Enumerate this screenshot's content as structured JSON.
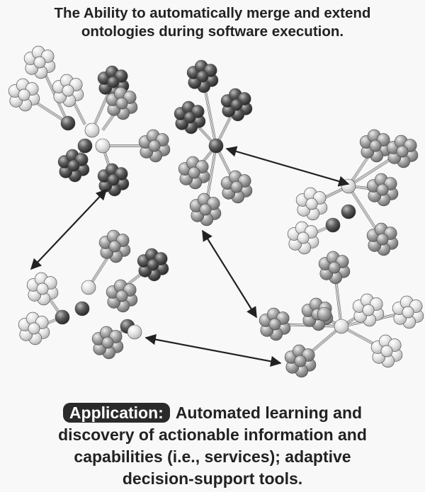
{
  "title": {
    "line1": "The Ability to automatically merge and extend",
    "line2": "ontologies during software execution."
  },
  "caption": {
    "tag": "Application:",
    "line1": "Automated learning and",
    "line2": "discovery of actionable information and",
    "line3": "capabilities (i.e., services); adaptive",
    "line4": "decision-support tools."
  },
  "colors": {
    "light_node": "#e4e4e4",
    "medium_node": "#a8a8a8",
    "dark_node": "#5a5a5a",
    "edge": "#555555",
    "arrow": "#222222",
    "tag_background": "#2a2a2a"
  }
}
